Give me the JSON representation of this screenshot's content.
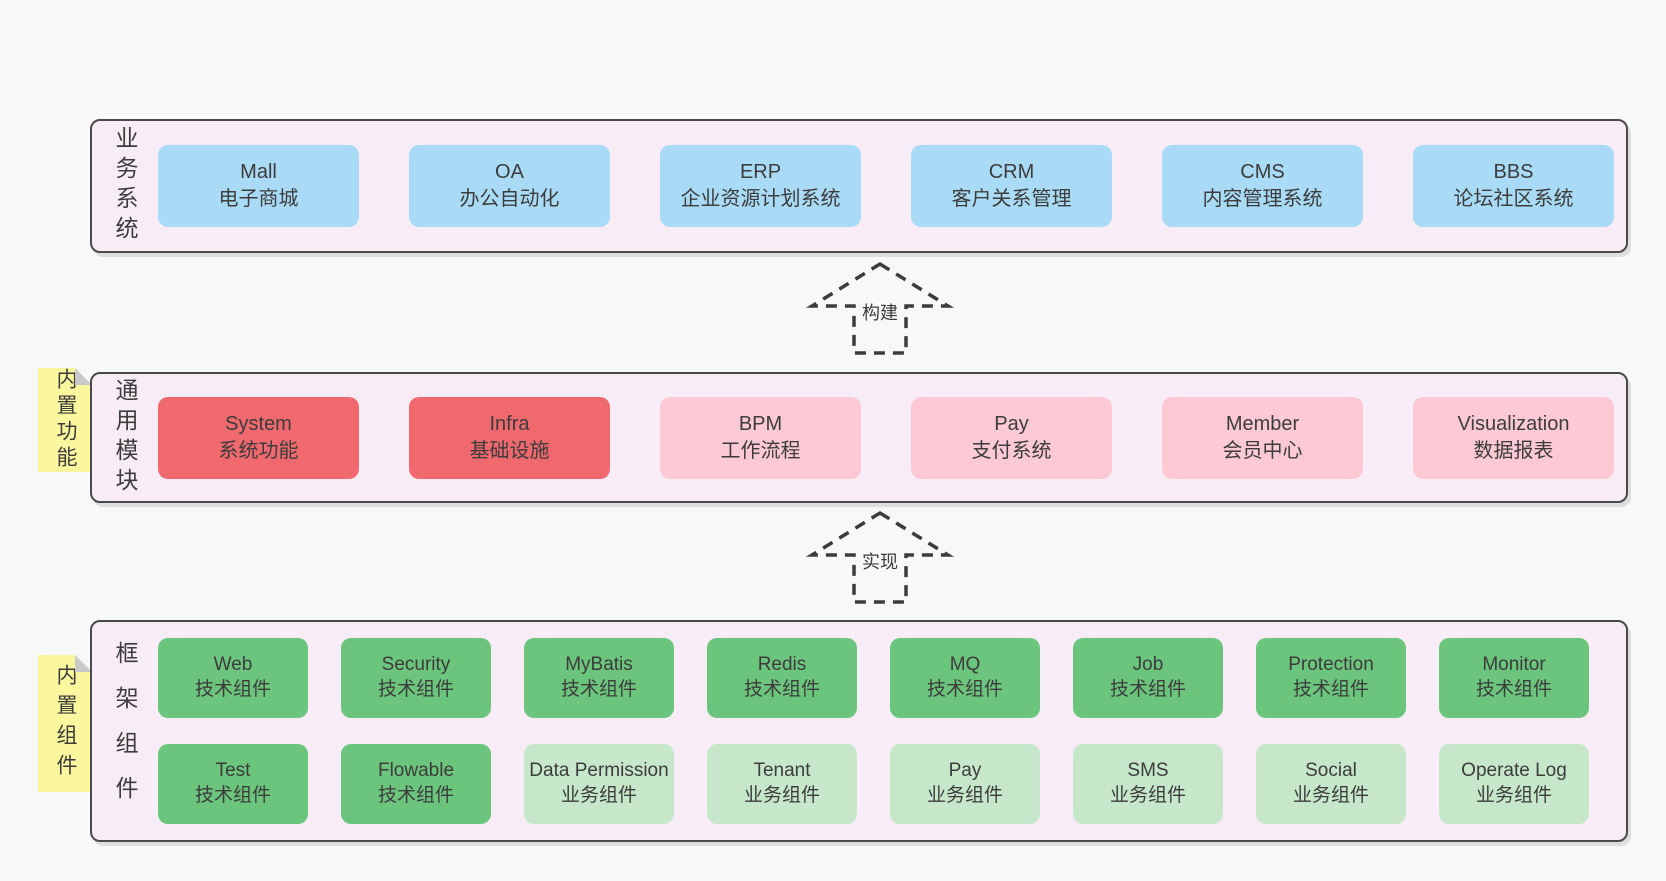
{
  "colors": {
    "page-bg": "#f8f8f8",
    "panel-bg": "#f8edf6",
    "panel-border": "#4a4a4a",
    "box-blue": "#a9dbf6",
    "box-red": "#f0696e",
    "box-pink": "#fdc9d5",
    "box-green": "#6cc57d",
    "box-light-green": "#c6e7c9",
    "note-yellow": "#fbf79e",
    "note-fold": "#c9c9c9",
    "text": "#3c3c3c"
  },
  "layers": {
    "business": {
      "label": "业务系统",
      "boxes": [
        {
          "title": "Mall",
          "subtitle": "电子商城"
        },
        {
          "title": "OA",
          "subtitle": "办公自动化"
        },
        {
          "title": "ERP",
          "subtitle": "企业资源计划系统"
        },
        {
          "title": "CRM",
          "subtitle": "客户关系管理"
        },
        {
          "title": "CMS",
          "subtitle": "内容管理系统"
        },
        {
          "title": "BBS",
          "subtitle": "论坛社区系统"
        }
      ]
    },
    "modules": {
      "label": "通用模块",
      "note": "内置功能",
      "boxes": [
        {
          "title": "System",
          "subtitle": "系统功能"
        },
        {
          "title": "Infra",
          "subtitle": "基础设施"
        },
        {
          "title": "BPM",
          "subtitle": "工作流程"
        },
        {
          "title": "Pay",
          "subtitle": "支付系统"
        },
        {
          "title": "Member",
          "subtitle": "会员中心"
        },
        {
          "title": "Visualization",
          "subtitle": "数据报表"
        }
      ]
    },
    "components": {
      "label": "框架组件",
      "note": "内置组件",
      "row1": [
        {
          "title": "Web",
          "subtitle": "技术组件"
        },
        {
          "title": "Security",
          "subtitle": "技术组件"
        },
        {
          "title": "MyBatis",
          "subtitle": "技术组件"
        },
        {
          "title": "Redis",
          "subtitle": "技术组件"
        },
        {
          "title": "MQ",
          "subtitle": "技术组件"
        },
        {
          "title": "Job",
          "subtitle": "技术组件"
        },
        {
          "title": "Protection",
          "subtitle": "技术组件"
        },
        {
          "title": "Monitor",
          "subtitle": "技术组件"
        }
      ],
      "row2": [
        {
          "title": "Test",
          "subtitle": "技术组件"
        },
        {
          "title": "Flowable",
          "subtitle": "技术组件"
        },
        {
          "title": "Data Permission",
          "subtitle": "业务组件"
        },
        {
          "title": "Tenant",
          "subtitle": "业务组件"
        },
        {
          "title": "Pay",
          "subtitle": "业务组件"
        },
        {
          "title": "SMS",
          "subtitle": "业务组件"
        },
        {
          "title": "Social",
          "subtitle": "业务组件"
        },
        {
          "title": "Operate Log",
          "subtitle": "业务组件"
        }
      ]
    }
  },
  "arrows": {
    "build": {
      "label": "构建"
    },
    "implement": {
      "label": "实现"
    }
  }
}
